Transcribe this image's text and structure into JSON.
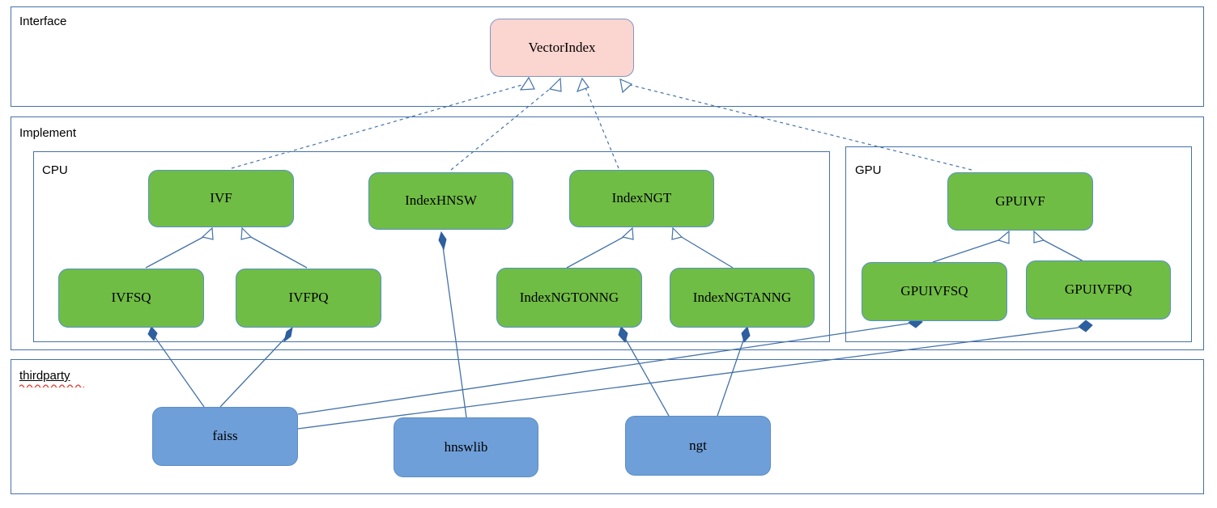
{
  "diagram": {
    "title": "VectorIndex class hierarchy",
    "colors": {
      "interface_fill": "#fbd5cf",
      "class_fill": "#70bd45",
      "library_fill": "#6f9fd8",
      "border": "#4472a8",
      "edge": "#4472a8",
      "diamond": "#2e5f9e"
    }
  },
  "groups": [
    {
      "id": "interface",
      "label": "Interface"
    },
    {
      "id": "implement",
      "label": "Implement"
    },
    {
      "id": "cpu",
      "label": "CPU"
    },
    {
      "id": "gpu",
      "label": "GPU"
    },
    {
      "id": "thirdparty",
      "label": "thirdparty",
      "misspelled": true
    }
  ],
  "nodes": {
    "vectorindex": {
      "label": "VectorIndex",
      "kind": "interface",
      "group": "interface"
    },
    "ivf": {
      "label": "IVF",
      "kind": "class",
      "group": "cpu"
    },
    "indexhnsw": {
      "label": "IndexHNSW",
      "kind": "class",
      "group": "cpu"
    },
    "indexngt": {
      "label": "IndexNGT",
      "kind": "class",
      "group": "cpu"
    },
    "ivfsq": {
      "label": "IVFSQ",
      "kind": "class",
      "group": "cpu"
    },
    "ivfpq": {
      "label": "IVFPQ",
      "kind": "class",
      "group": "cpu"
    },
    "indexngtonng": {
      "label": "IndexNGTONNG",
      "kind": "class",
      "group": "cpu"
    },
    "indexngtanng": {
      "label": "IndexNGTANNG",
      "kind": "class",
      "group": "cpu"
    },
    "gpuivf": {
      "label": "GPUIVF",
      "kind": "class",
      "group": "gpu"
    },
    "gpuivfsq": {
      "label": "GPUIVFSQ",
      "kind": "class",
      "group": "gpu"
    },
    "gpuivfpq": {
      "label": "GPUIVFPQ",
      "kind": "class",
      "group": "gpu"
    },
    "faiss": {
      "label": "faiss",
      "kind": "library",
      "group": "thirdparty"
    },
    "hnswlib": {
      "label": "hnswlib",
      "kind": "library",
      "group": "thirdparty"
    },
    "ngt": {
      "label": "ngt",
      "kind": "library",
      "group": "thirdparty"
    }
  },
  "edges": [
    {
      "from": "ivf",
      "to": "vectorindex",
      "type": "realization",
      "style": "dashed",
      "head": "hollow-triangle"
    },
    {
      "from": "indexhnsw",
      "to": "vectorindex",
      "type": "realization",
      "style": "dashed",
      "head": "hollow-triangle"
    },
    {
      "from": "indexngt",
      "to": "vectorindex",
      "type": "realization",
      "style": "dashed",
      "head": "hollow-triangle"
    },
    {
      "from": "gpuivf",
      "to": "vectorindex",
      "type": "realization",
      "style": "dashed",
      "head": "hollow-triangle"
    },
    {
      "from": "ivfsq",
      "to": "ivf",
      "type": "inheritance",
      "style": "solid",
      "head": "hollow-triangle"
    },
    {
      "from": "ivfpq",
      "to": "ivf",
      "type": "inheritance",
      "style": "solid",
      "head": "hollow-triangle"
    },
    {
      "from": "indexngtonng",
      "to": "indexngt",
      "type": "inheritance",
      "style": "solid",
      "head": "hollow-triangle"
    },
    {
      "from": "indexngtanng",
      "to": "indexngt",
      "type": "inheritance",
      "style": "solid",
      "head": "hollow-triangle"
    },
    {
      "from": "gpuivfsq",
      "to": "gpuivf",
      "type": "inheritance",
      "style": "solid",
      "head": "hollow-triangle"
    },
    {
      "from": "gpuivfpq",
      "to": "gpuivf",
      "type": "inheritance",
      "style": "solid",
      "head": "hollow-triangle"
    },
    {
      "from": "faiss",
      "to": "ivfsq",
      "type": "composition",
      "style": "solid",
      "head": "filled-diamond"
    },
    {
      "from": "faiss",
      "to": "ivfpq",
      "type": "composition",
      "style": "solid",
      "head": "filled-diamond"
    },
    {
      "from": "faiss",
      "to": "gpuivfsq",
      "type": "composition",
      "style": "solid",
      "head": "filled-diamond"
    },
    {
      "from": "faiss",
      "to": "gpuivfpq",
      "type": "composition",
      "style": "solid",
      "head": "filled-diamond"
    },
    {
      "from": "hnswlib",
      "to": "indexhnsw",
      "type": "composition",
      "style": "solid",
      "head": "filled-diamond"
    },
    {
      "from": "ngt",
      "to": "indexngtonng",
      "type": "composition",
      "style": "solid",
      "head": "filled-diamond"
    },
    {
      "from": "ngt",
      "to": "indexngtanng",
      "type": "composition",
      "style": "solid",
      "head": "filled-diamond"
    }
  ]
}
